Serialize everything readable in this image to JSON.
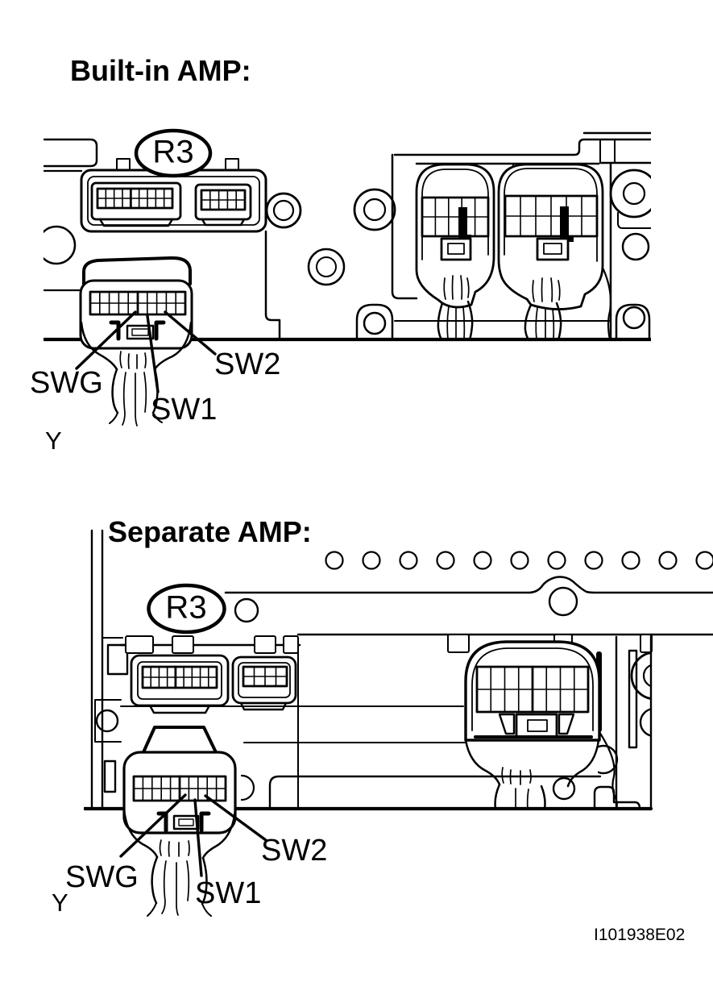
{
  "colors": {
    "line": "#000000",
    "background": "#ffffff"
  },
  "figure_id": "I101938E02",
  "sections": [
    {
      "title": "Built-in AMP:",
      "callout": "R3",
      "pins": {
        "swg": "SWG",
        "sw1": "SW1",
        "sw2": "SW2"
      },
      "wire": "Y"
    },
    {
      "title": "Separate AMP:",
      "callout": "R3",
      "pins": {
        "swg": "SWG",
        "sw1": "SW1",
        "sw2": "SW2"
      },
      "wire": "Y"
    }
  ]
}
